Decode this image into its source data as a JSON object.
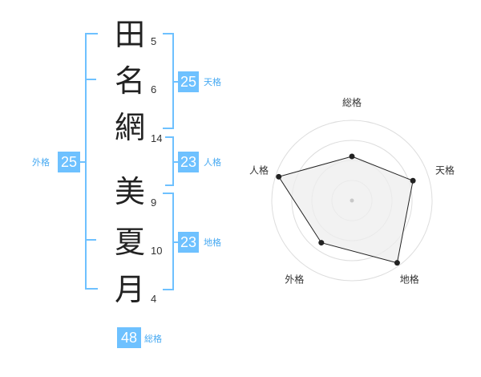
{
  "name": {
    "surname": [
      {
        "char": "田",
        "strokes": "5"
      },
      {
        "char": "名",
        "strokes": "6"
      },
      {
        "char": "網",
        "strokes": "14"
      }
    ],
    "given": [
      {
        "char": "美",
        "strokes": "9"
      },
      {
        "char": "夏",
        "strokes": "10"
      },
      {
        "char": "月",
        "strokes": "4"
      }
    ]
  },
  "scores": {
    "tenkaku": {
      "label": "天格",
      "value": "25"
    },
    "jinkaku": {
      "label": "人格",
      "value": "23"
    },
    "chikaku": {
      "label": "地格",
      "value": "23"
    },
    "gaikaku": {
      "label": "外格",
      "value": "25"
    },
    "soukaku": {
      "label": "総格",
      "value": "48"
    }
  },
  "radar": {
    "axes": [
      "総格",
      "天格",
      "地格",
      "外格",
      "人格"
    ],
    "values": [
      0.55,
      0.8,
      0.96,
      0.65,
      0.96
    ],
    "rings": 4,
    "colors": {
      "ring": "#dddddd",
      "fill": "#eeeeee",
      "line": "#222222",
      "point": "#222222",
      "center": "#c8c8c8"
    }
  },
  "colors": {
    "accent": "#6ec1ff",
    "accent_text": "#46a9f2"
  }
}
